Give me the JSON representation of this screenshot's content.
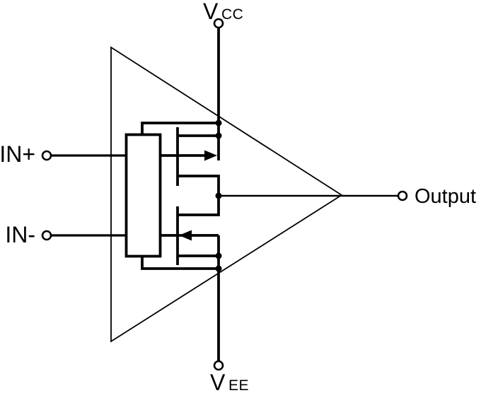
{
  "labels": {
    "vcc_main": "V",
    "vcc_sub": "CC",
    "vee_main": "V",
    "vee_sub": "EE",
    "in_plus": "IN+",
    "in_minus": "IN-",
    "output": "Output"
  },
  "colors": {
    "line": "#000000",
    "background": "#ffffff"
  }
}
